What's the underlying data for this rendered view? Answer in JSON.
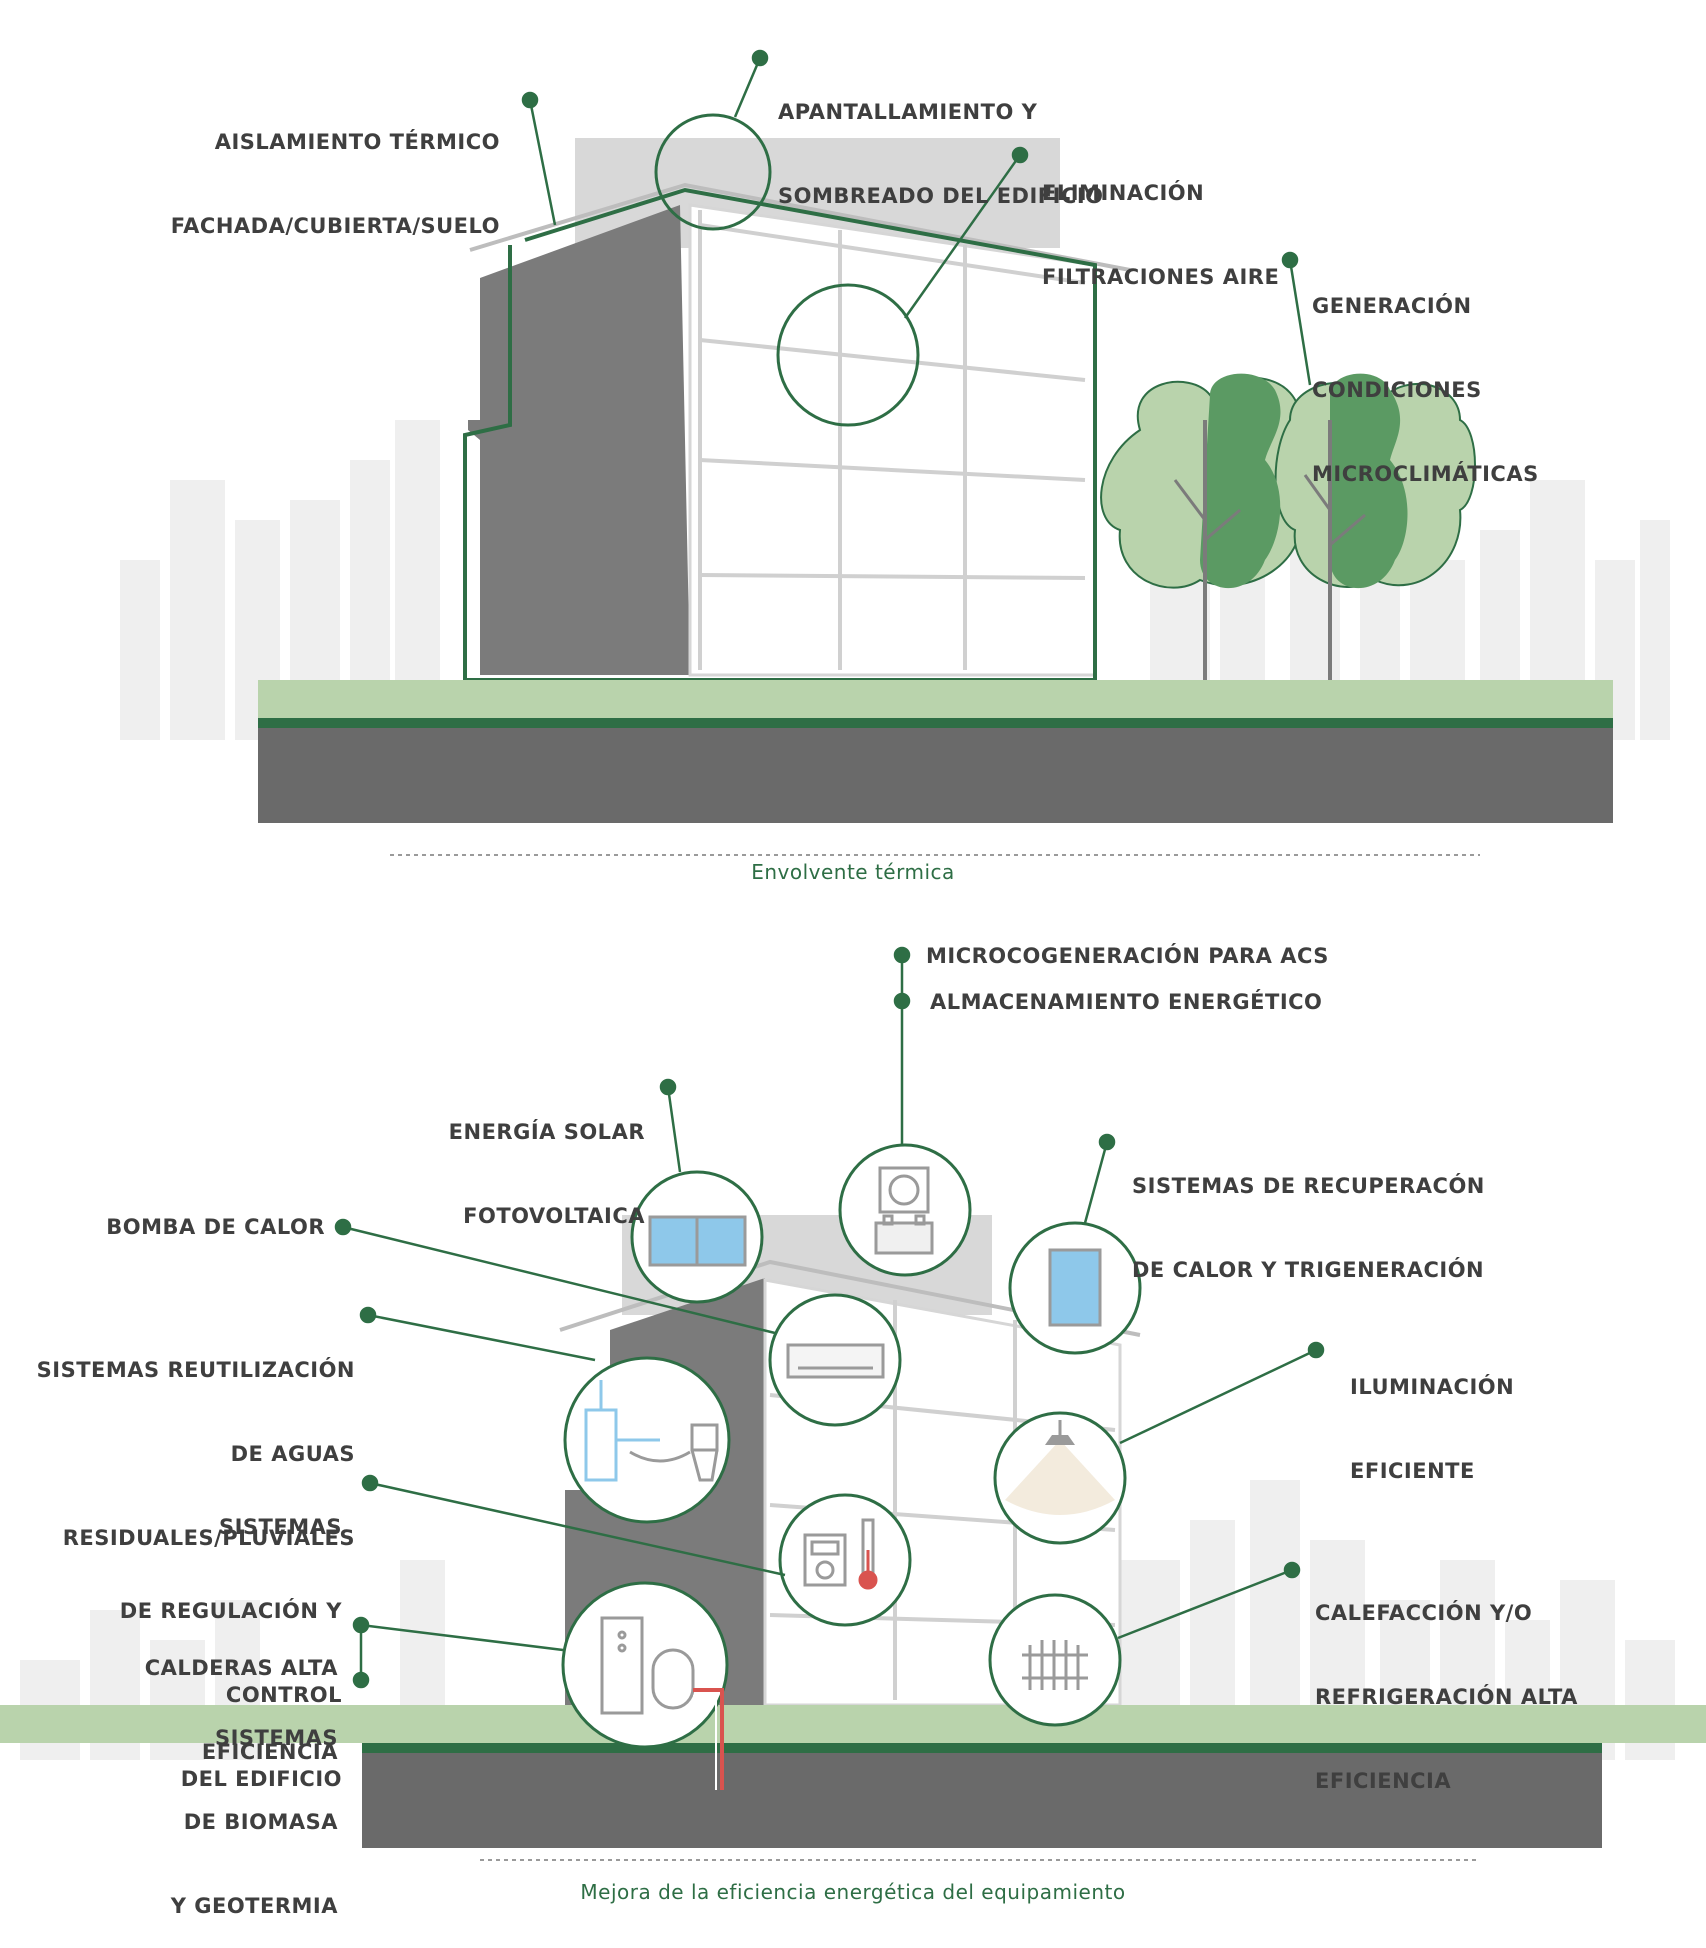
{
  "colors": {
    "accent_green": "#2e6e45",
    "light_green": "#b9d3ac",
    "leaf_green": "#5b9a63",
    "ground_dark": "#6a6a6a",
    "building_dark": "#7b7b7b",
    "roof_gray": "#d8d8d8",
    "skyline": "#efefef",
    "water_blue": "#8ec8ea",
    "hot_red": "#d9534f"
  },
  "top_diagram": {
    "caption": "Envolvente térmica",
    "labels": {
      "aislamiento_line1": "AISLAMIENTO TÉRMICO",
      "aislamiento_line2": "FACHADA/CUBIERTA/SUELO",
      "apantallamiento_line1": "APANTALLAMIENTO Y",
      "apantallamiento_line2": "SOMBREADO DEL EDIFICIO",
      "eliminacion_line1": "ELIMINACIÓN",
      "eliminacion_line2": "FILTRACIONES AIRE",
      "generacion_line1": "GENERACIÓN",
      "generacion_line2": "CONDICIONES",
      "generacion_line3": "MICROCLIMÁTICAS"
    }
  },
  "bottom_diagram": {
    "caption": "Mejora de la eficiencia energética del equipamiento",
    "labels": {
      "microcogeneracion": "MICROCOGENERACIÓN PARA ACS",
      "almacenamiento": "ALMACENAMIENTO ENERGÉTICO",
      "solar_line1": "ENERGÍA SOLAR",
      "solar_line2": "FOTOVOLTAICA",
      "recuperacion_line1": "SISTEMAS DE RECUPERACÓN",
      "recuperacion_line2": "DE CALOR Y TRIGENERACIÓN",
      "bomba": "BOMBA DE CALOR",
      "reutilizacion_line1": "SISTEMAS REUTILIZACIÓN",
      "reutilizacion_line2": "DE AGUAS",
      "reutilizacion_line3": "RESIDUALES/PLUVIALES",
      "iluminacion_line1": "ILUMINACIÓN",
      "iluminacion_line2": "EFICIENTE",
      "regulacion_line1": "SISTEMAS",
      "regulacion_line2": "DE REGULACIÓN Y",
      "regulacion_line3": "CONTROL",
      "regulacion_line4": "DEL EDIFICIO",
      "calefaccion_line1": "CALEFACCIÓN Y/O",
      "calefaccion_line2": "REFRIGERACIÓN ALTA",
      "calefaccion_line3": "EFICIENCIA",
      "calderas_line1": "CALDERAS ALTA",
      "calderas_line2": "EFICIENCIA",
      "biomasa_line1": "SISTEMAS",
      "biomasa_line2": "DE BIOMASA",
      "biomasa_line3": "Y GEOTERMIA"
    }
  }
}
